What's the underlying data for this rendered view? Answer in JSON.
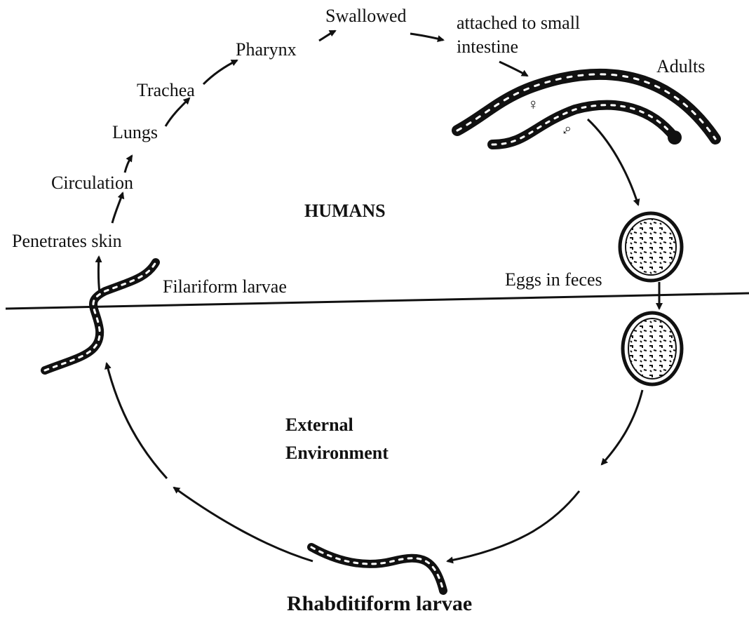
{
  "zones": {
    "upper": "HUMANS",
    "lower_line1": "External",
    "lower_line2": "Environment"
  },
  "stages": {
    "swallowed": "Swallowed",
    "attached_line1": "attached to small",
    "attached_line2": "intestine",
    "adults": "Adults",
    "pharynx": "Pharynx",
    "trachea": "Trachea",
    "lungs": "Lungs",
    "circulation": "Circulation",
    "penetrates_skin": "Penetrates skin",
    "filariform_larvae": "Filariform larvae",
    "eggs_in_feces": "Eggs in feces",
    "rhabditiform_larvae": "Rhabditiform larvae"
  },
  "symbols": {
    "female": "♀",
    "male": "♂"
  },
  "colors": {
    "ink": "#111111",
    "background": "#ffffff"
  }
}
